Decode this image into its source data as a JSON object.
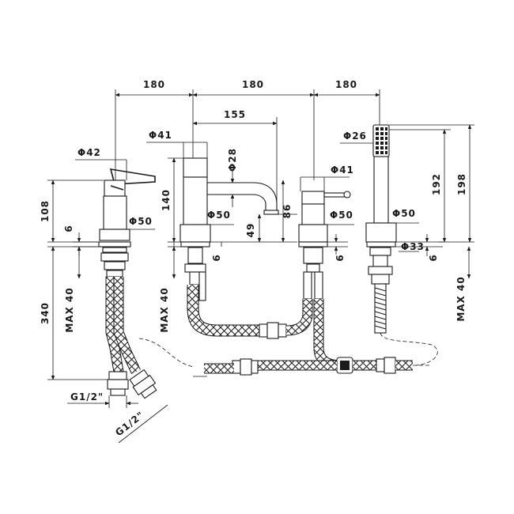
{
  "units": "mm",
  "components": [
    "basin-mixer",
    "bath-spout",
    "spout-mixer",
    "hand-shower"
  ],
  "dimensions": {
    "spacing_left": "180",
    "spacing_middle": "180",
    "spacing_right": "180",
    "spout_reach": "155",
    "basin_knob_diameter": "Φ42",
    "spout_body_diameter": "Φ41",
    "spout_diameter": "Φ28",
    "mixer_knob_diameter": "Φ41",
    "hand_shower_diameter": "Φ26",
    "basin_height": "108",
    "spout_height": "140",
    "spout_outlet_height": "86",
    "spout_outlet_clearance": "49",
    "hand_shower_height": "192",
    "hand_shower_total_height": "198",
    "basin_base_diameter": "Φ50",
    "spout_base_diameter": "Φ50",
    "mixer_base_diameter": "Φ50",
    "holder_base_diameter": "Φ50",
    "hose_guide_diameter": "Φ33",
    "plate_basin": "6",
    "plate_spout": "6",
    "plate_mixer": "6",
    "plate_holder": "6",
    "deck_max_left": "MAX 40",
    "deck_max_middle": "MAX 40",
    "deck_max_right": "MAX 40",
    "hose_length": "340",
    "connection_1": "G1/2\"",
    "connection_2": "G1/2\""
  }
}
